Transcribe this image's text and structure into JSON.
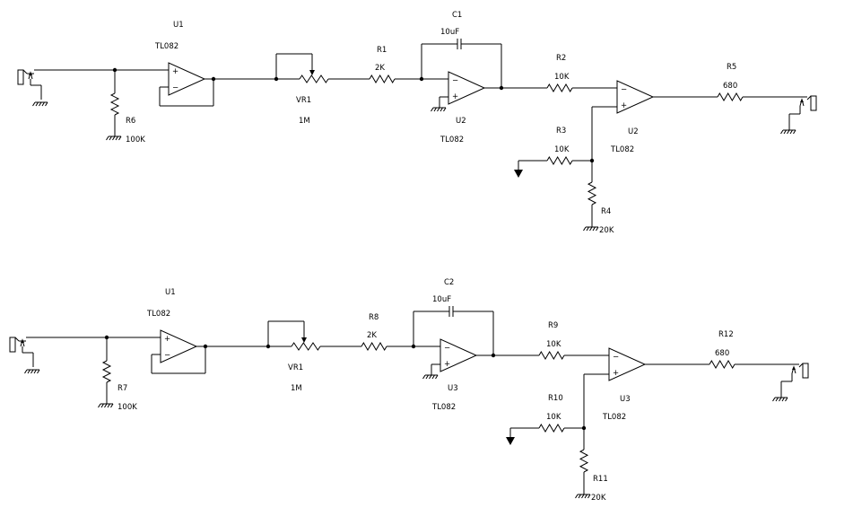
{
  "circuits": [
    {
      "u1": {
        "ref": "U1",
        "part": "TL082"
      },
      "r6": {
        "ref": "R6",
        "value": "100K"
      },
      "vr1": {
        "ref": "VR1",
        "value": "1M"
      },
      "r1": {
        "ref": "R1",
        "value": "2K"
      },
      "c1": {
        "ref": "C1",
        "value": "10uF"
      },
      "u2a": {
        "ref": "U2",
        "part": "TL082"
      },
      "r2": {
        "ref": "R2",
        "value": "10K"
      },
      "r3": {
        "ref": "R3",
        "value": "10K"
      },
      "r4": {
        "ref": "R4",
        "value": "20K"
      },
      "u2b": {
        "ref": "U2",
        "part": "TL082"
      },
      "r5": {
        "ref": "R5",
        "value": "680"
      }
    },
    {
      "u1": {
        "ref": "U1",
        "part": "TL082"
      },
      "r6": {
        "ref": "R7",
        "value": "100K"
      },
      "vr1": {
        "ref": "VR1",
        "value": "1M"
      },
      "r1": {
        "ref": "R8",
        "value": "2K"
      },
      "c1": {
        "ref": "C2",
        "value": "10uF"
      },
      "u2a": {
        "ref": "U3",
        "part": "TL082"
      },
      "r2": {
        "ref": "R9",
        "value": "10K"
      },
      "r3": {
        "ref": "R10",
        "value": "10K"
      },
      "r4": {
        "ref": "R11",
        "value": "20K"
      },
      "u2b": {
        "ref": "U3",
        "part": "TL082"
      },
      "r5": {
        "ref": "R12",
        "value": "680"
      }
    }
  ],
  "symbols": {
    "plus": "+",
    "minus": "−"
  }
}
